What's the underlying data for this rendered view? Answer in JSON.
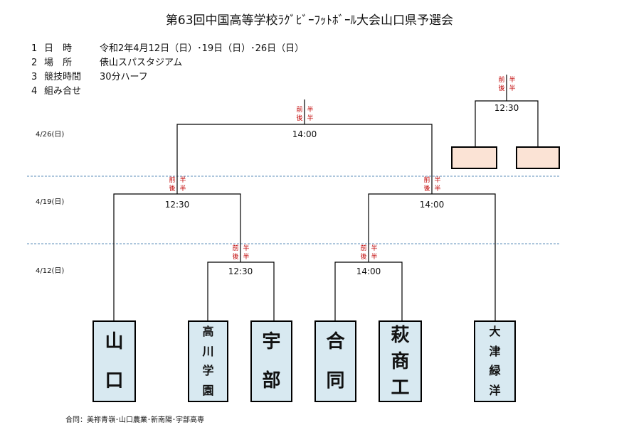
{
  "title": "第63回中国高等学校ﾗｸﾞﾋﾞｰﾌｯﾄﾎﾞｰﾙ大会山口県予選会",
  "info": [
    {
      "num": "1",
      "label": "日　時",
      "value": "令和2年4月12日（日）･19日（日）･26日（日）"
    },
    {
      "num": "2",
      "label": "場　所",
      "value": "俵山スパスタジアム"
    },
    {
      "num": "3",
      "label": "競技時間",
      "value": "30分ハーフ"
    },
    {
      "num": "4",
      "label": "組み合せ",
      "value": ""
    }
  ],
  "dates": {
    "d426": "4/26(日)",
    "d419": "4/19(日)",
    "d412": "4/12(日)"
  },
  "half": {
    "first": "前",
    "second": "後",
    "han": "半"
  },
  "times": {
    "final": "14:00",
    "third": "12:30",
    "semi_left": "12:30",
    "semi_right": "14:00",
    "r1_left": "12:30",
    "r1_right": "14:00"
  },
  "teams": [
    {
      "name": "山口",
      "chars": [
        "山",
        "口"
      ]
    },
    {
      "name": "高川学園",
      "chars": [
        "高",
        "川",
        "学",
        "園"
      ]
    },
    {
      "name": "宇部",
      "chars": [
        "宇",
        "部"
      ]
    },
    {
      "name": "合同",
      "chars": [
        "合",
        "同"
      ]
    },
    {
      "name": "萩商工",
      "chars": [
        "萩",
        "商",
        "工"
      ]
    },
    {
      "name": "大津緑洋",
      "chars": [
        "大",
        "津",
        "緑",
        "洋"
      ]
    }
  ],
  "note": "合同：美祢青嶺･山口農業･新南陽･宇部高専",
  "colors": {
    "team_fill": "#d8e9f1",
    "final_fill": "#fbe3d5",
    "half_text": "#c00000",
    "divider": "#5b8db8"
  }
}
